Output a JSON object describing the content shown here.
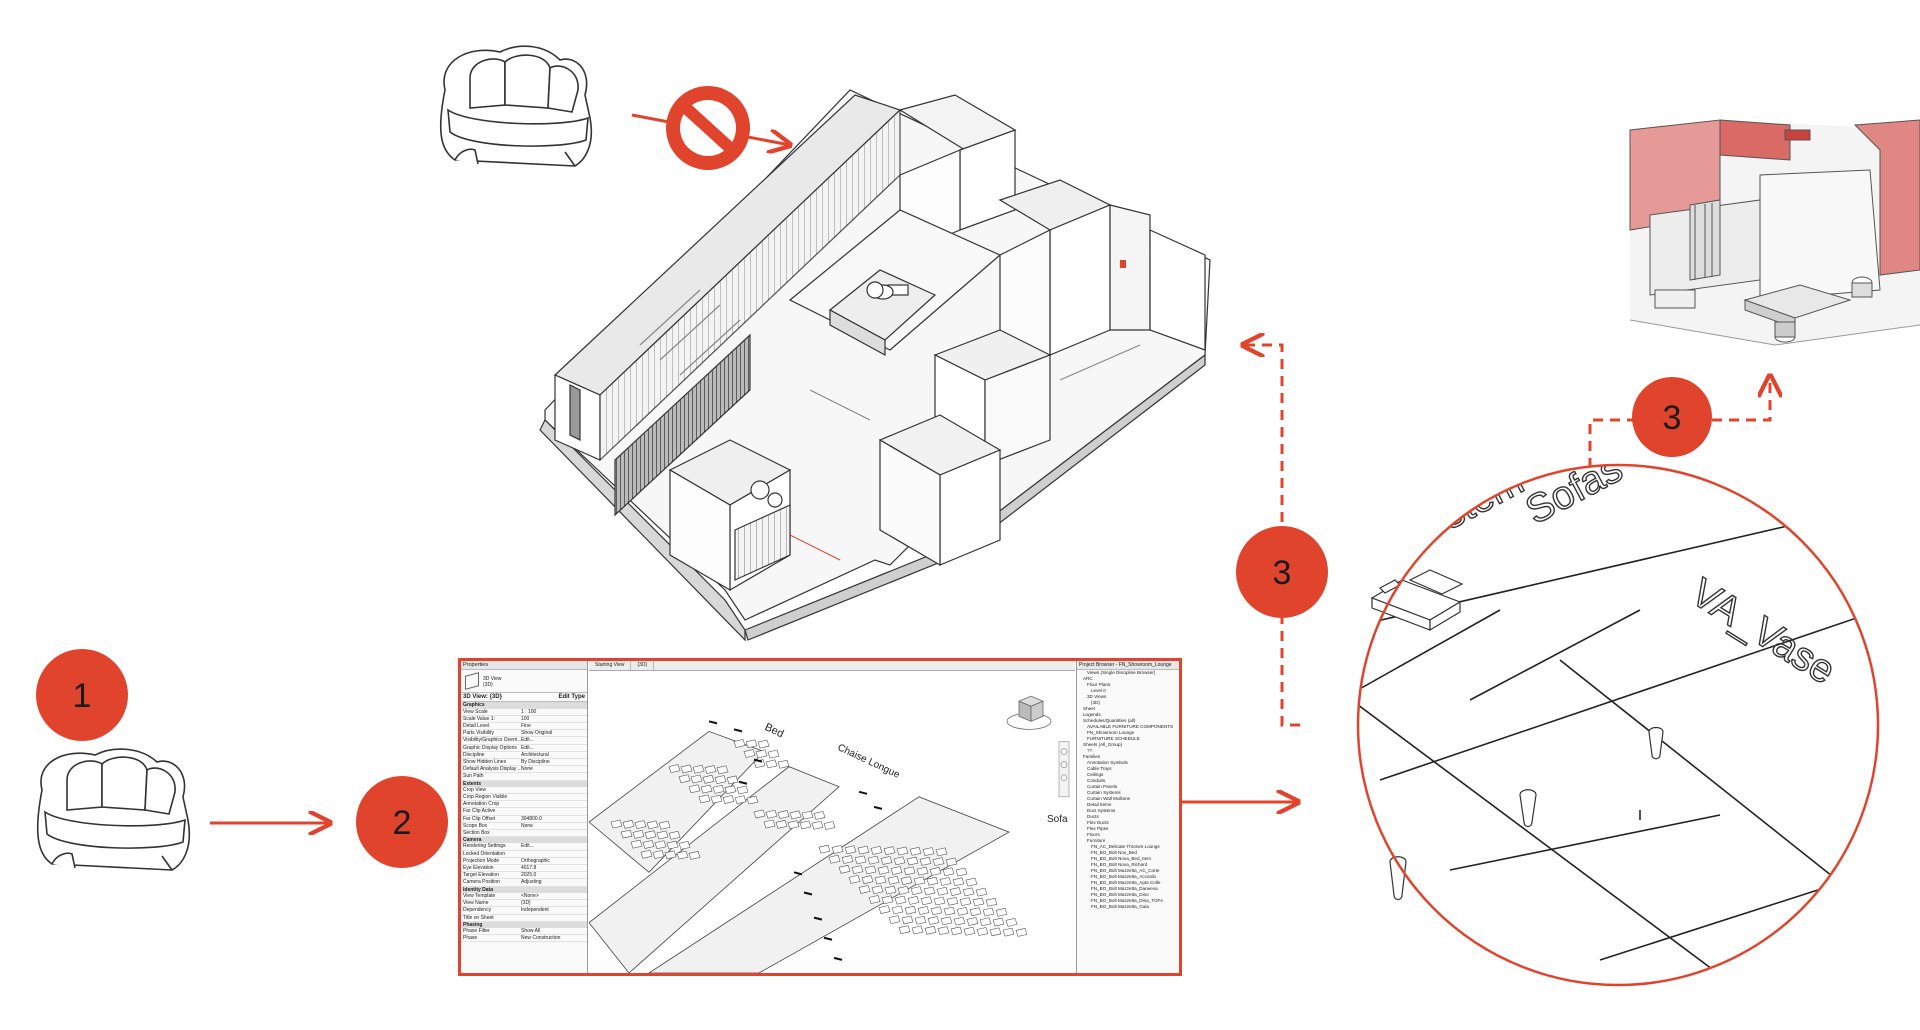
{
  "steps": {
    "step1": "1",
    "step2": "2",
    "step3a": "3",
    "step3b": "3"
  },
  "zoom_labels": {
    "system": "stem",
    "sofas": "Sofas",
    "vase": "VA_Vase"
  },
  "revit": {
    "properties_title": "Properties",
    "type_label": "3D View\n(3D)",
    "selector": "3D View: {3D}",
    "edit_type": "Edit Type",
    "tabs": [
      "Starting View",
      "{3D}"
    ],
    "view_labels": [
      "Bed",
      "Chaise Longue",
      "Sofa"
    ],
    "properties": [
      {
        "section": "Graphics"
      },
      {
        "k": "View Scale",
        "v": "1 : 100"
      },
      {
        "k": "Scale Value 1:",
        "v": "100"
      },
      {
        "k": "Detail Level",
        "v": "Fine"
      },
      {
        "k": "Parts Visibility",
        "v": "Show Original"
      },
      {
        "k": "Visibility/Graphics Overri...",
        "v": "Edit..."
      },
      {
        "k": "Graphic Display Options",
        "v": "Edit..."
      },
      {
        "k": "Discipline",
        "v": "Architectural"
      },
      {
        "k": "Show Hidden Lines",
        "v": "By Discipline"
      },
      {
        "k": "Default Analysis Display ...",
        "v": "None"
      },
      {
        "k": "Sun Path",
        "v": ""
      },
      {
        "section": "Extents"
      },
      {
        "k": "Crop View",
        "v": ""
      },
      {
        "k": "Crop Region Visible",
        "v": ""
      },
      {
        "k": "Annotation Crop",
        "v": ""
      },
      {
        "k": "Far Clip Active",
        "v": ""
      },
      {
        "k": "Far Clip Offset",
        "v": "304800.0"
      },
      {
        "k": "Scope Box",
        "v": "None"
      },
      {
        "k": "Section Box",
        "v": ""
      },
      {
        "section": "Camera"
      },
      {
        "k": "Rendering Settings",
        "v": "Edit..."
      },
      {
        "k": "Locked Orientation",
        "v": ""
      },
      {
        "k": "Projection Mode",
        "v": "Orthographic"
      },
      {
        "k": "Eye Elevation",
        "v": "4017.8"
      },
      {
        "k": "Target Elevation",
        "v": "2025.0"
      },
      {
        "k": "Camera Position",
        "v": "Adjusting"
      },
      {
        "section": "Identity Data"
      },
      {
        "k": "View Template",
        "v": "<None>"
      },
      {
        "k": "View Name",
        "v": "{3D}"
      },
      {
        "k": "Dependency",
        "v": "Independent"
      },
      {
        "k": "Title on Sheet",
        "v": ""
      },
      {
        "section": "Phasing"
      },
      {
        "k": "Phase Filter",
        "v": "Show All"
      },
      {
        "k": "Phase",
        "v": "New Construction"
      }
    ],
    "browser_title": "Project Browser - FN_Showroom_Lounge",
    "browser_items": [
      "Views (Single Discipline Browser)",
      "ARC",
      "Floor Plans",
      "Level 0",
      "3D Views",
      "{3D}",
      "Sheet",
      "Legends",
      "Schedules/Quantities (all)",
      "AVAILABLE FURNITURE COMPONENTS",
      "FN_Showroom Lounge",
      "FURNITURE SCHEDULE",
      "Sheets (All_Group)",
      "??",
      "Families",
      "Annotation Symbols",
      "Cable Trays",
      "Ceilings",
      "Conduits",
      "Curtain Panels",
      "Curtain Systems",
      "Curtain Wall Mullions",
      "Detail Items",
      "Duct Systems",
      "Ducts",
      "Flex Ducts",
      "Flex Pipes",
      "Floors",
      "Furniture",
      "FN_AC_Delicate Thrones Lounge",
      "FN_BO_Bolt Nox_Bed",
      "FN_BO_Bolt Nova_Bed_Item",
      "FN_BO_Bolt Nova_Richard",
      "FN_BO_Bolt Mazzetta_AC_Corte",
      "FN_BO_Bolt Mazzetta_Accordo",
      "FN_BO_Bolt Mazzetta_Apta Colle",
      "FN_BO_Bolt Mazzetta_Daneeva",
      "FN_BO_Bolt Mazzetta_Dino",
      "FN_BO_Bolt Mazzetta_Dina_TOFA",
      "FN_BO_Bolt Mazzetta_Gaia"
    ]
  }
}
